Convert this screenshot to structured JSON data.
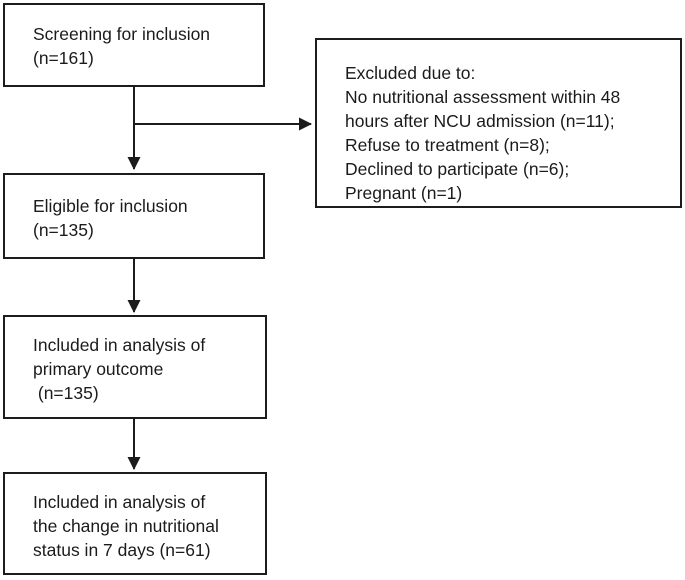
{
  "diagram": {
    "background_color": "#ffffff",
    "line_color": "#1c1c1c",
    "text_color": "#1b1b1b",
    "boxes": {
      "screening": {
        "text": "Screening for inclusion\n(n=161)"
      },
      "excluded": {
        "text": "Excluded due to:\nNo nutritional assessment within 48\nhours after NCU admission (n=11);\nRefuse to treatment (n=8);\nDeclined to participate (n=6);\nPregnant (n=1)"
      },
      "eligible": {
        "text": "Eligible for inclusion\n(n=135)"
      },
      "primary": {
        "text": "Included in analysis of\nprimary outcome\n (n=135)"
      },
      "nutritional": {
        "text": "Included in analysis of\nthe change in nutritional\nstatus in 7 days (n=61)"
      }
    }
  }
}
